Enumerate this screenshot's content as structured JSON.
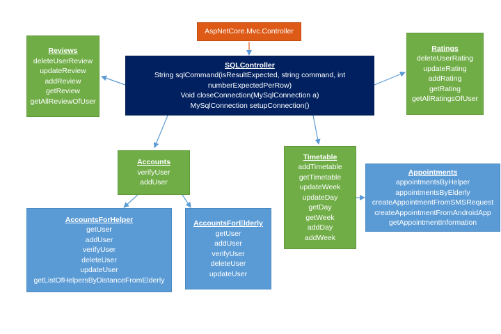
{
  "controller": {
    "label": "AspNetCore.Mvc.Controller"
  },
  "sql_controller": {
    "title": "SQLController",
    "lines": [
      "String sqlCommand(isResultExpected, string command, int",
      "numberExpectedPerRow)",
      "Void closeConnection(MySqlConnection a)",
      "MySqlConnection setupConnection()"
    ]
  },
  "reviews": {
    "title": "Reviews",
    "methods": [
      "deleteUserReview",
      "updateReview",
      "addReview",
      "getReview",
      "getAllReviewOfUser"
    ]
  },
  "ratings": {
    "title": "Ratings",
    "methods": [
      "deleteUserRating",
      "updateRating",
      "addRating",
      "getRating",
      "getAllRatingsOfUser"
    ]
  },
  "accounts": {
    "title": "Accounts",
    "methods": [
      "verifyUser",
      "addUser"
    ]
  },
  "timetable": {
    "title": "Timetable",
    "methods": [
      "addTimetable",
      "getTimetable",
      "updateWeek",
      "updateDay",
      "getDay",
      "getWeek",
      "addDay",
      "addWeek"
    ]
  },
  "appointments": {
    "title": "Appointments",
    "methods": [
      "appointmentsByHelper",
      "appointmentsByElderly",
      "createAppointmentFromSMSRequest",
      "createAppointmentFromAndroidApp",
      "getAppointmentInformation"
    ]
  },
  "accounts_for_helper": {
    "title": "AccountsForHelper",
    "methods": [
      "getUser",
      "addUser",
      "verifyUser",
      "deleteUser",
      "updateUser",
      "getListOfHelpersByDistanceFromElderly"
    ]
  },
  "accounts_for_elderly": {
    "title": "AccountsForElderly",
    "methods": [
      "getUser",
      "addUser",
      "verifyUser",
      "deleteUser",
      "updateUser"
    ]
  },
  "colors": {
    "controller": "#dd5a17",
    "sql_controller": "#002060",
    "green_box": "#70ad47",
    "blue_box": "#5b9bd5",
    "arrow": "#5b9bd5"
  }
}
